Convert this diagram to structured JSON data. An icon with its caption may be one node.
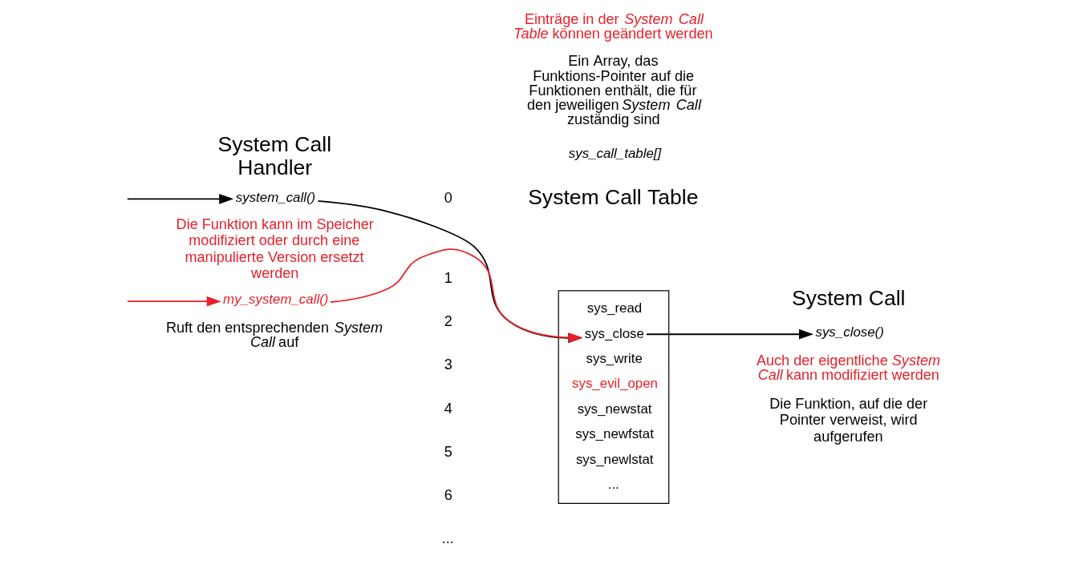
{
  "diagram": {
    "nodes": [
      {
        "text": [
          "system_call()"
        ]
      },
      {
        "text": [
          "my_system_call()"
        ]
      },
      {
        "text": [],
        "shape": "box"
      },
      {
        "text": [
          "sys_read"
        ],
        "in": 2
      },
      {
        "text": [
          "sys_write"
        ],
        "in": 2
      },
      {
        "text": [
          "sys_evil_open"
        ],
        "in": 2
      },
      {
        "text": [
          "sys_close"
        ],
        "in": 2
      },
      {
        "text": [
          "sys_newstat"
        ],
        "in": 2
      },
      {
        "text": [
          "sys_newfstat"
        ],
        "in": 2
      },
      {
        "text": [
          "sys_newlstat"
        ],
        "in": 2
      },
      {
        "text": [
          "..."
        ],
        "in": 2
      },
      {
        "text": [
          "sys_close()"
        ]
      }
    ],
    "edges": [
      {
        "from": null,
        "to": 0,
        "arrow": "to"
      },
      {
        "from": null,
        "to": 1,
        "arrow": "to",
        "color": "#e8202a"
      },
      {
        "from": 0,
        "to": 6,
        "arrow": "to"
      },
      {
        "from": 1,
        "to": 6,
        "arrow": "to",
        "color": "#e8202a"
      },
      {
        "from": 6,
        "to": 11,
        "arrow": "to"
      }
    ],
    "labels": [
      "System Call Handler",
      "System Call Table",
      "System Call",
      "sys_call_table[]",
      "Die Funktion kann im Speicher modifiziert oder durch eine manipulierte Version ersetzt werden",
      "Auch der eigentliche *System Call* kann modifiziert werden",
      "0",
      "1",
      "2",
      "3",
      "4",
      "5",
      "6",
      "...",
      "Einträge in der *System Call Table* können geändert werden",
      "Ruft den entsprechenden *System Call* auf",
      "Ein Array, das Funktions-Pointer auf die Funktionen enthält, die für den jeweiligen *System Call* zuständig sind",
      "Die Funktion, auf die der Pointer verweist, wird aufgerufen"
    ]
  }
}
